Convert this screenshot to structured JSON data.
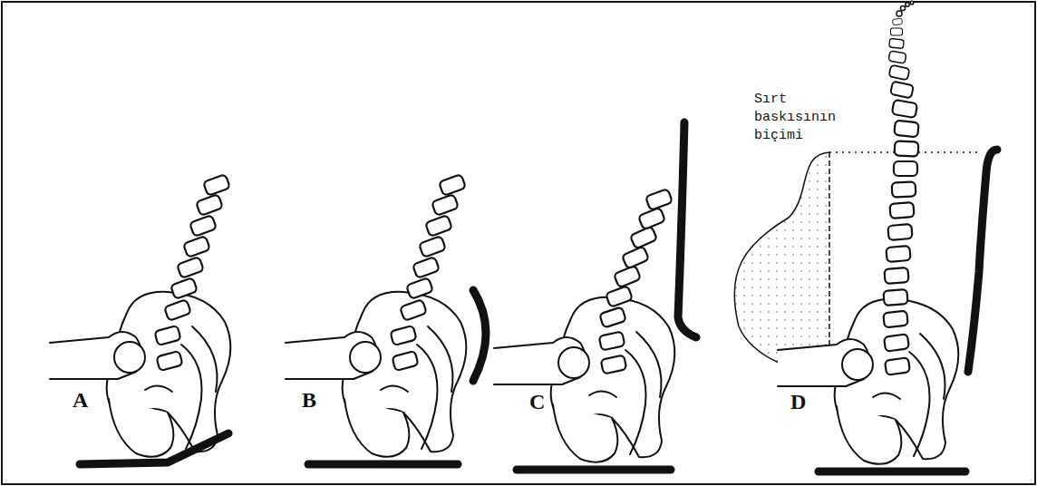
{
  "diagram": {
    "labels": [
      "A",
      "B",
      "C",
      "D",
      "Sırt baskısının biçimi"
    ]
  }
}
